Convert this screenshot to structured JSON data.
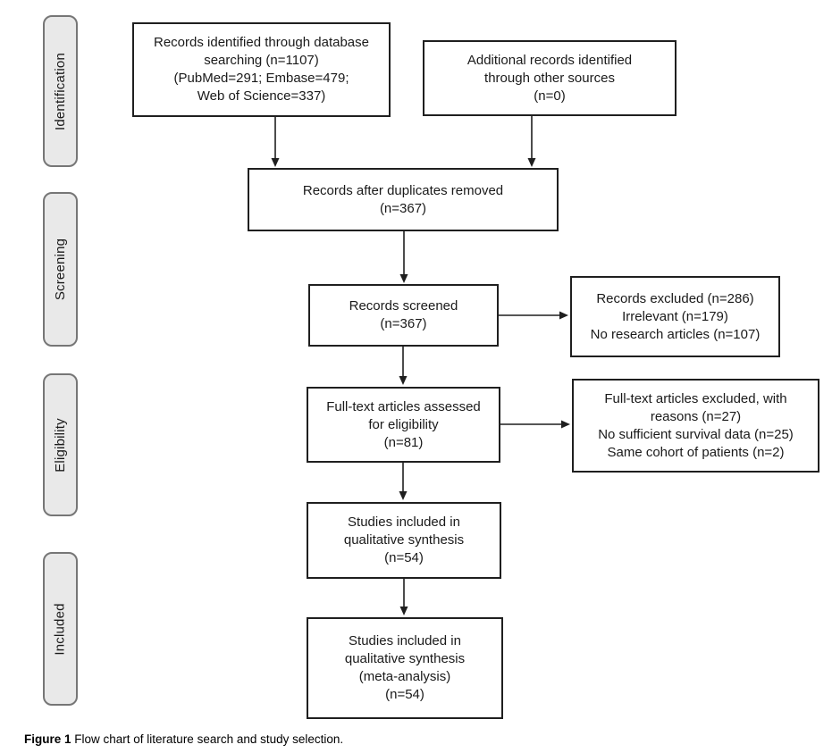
{
  "figure": {
    "stages": [
      {
        "label": "Identification"
      },
      {
        "label": "Screening"
      },
      {
        "label": "Eligibility"
      },
      {
        "label": "Included"
      }
    ],
    "nodes": [
      {
        "id": "records-identified",
        "text": "Records identified through database\nsearching (n=1107)\n(PubMed=291; Embase=479;\nWeb of Science=337)"
      },
      {
        "id": "additional-records",
        "text": "Additional records identified\nthrough other sources\n(n=0)"
      },
      {
        "id": "duplicates-removed",
        "text": "Records after duplicates removed\n(n=367)"
      },
      {
        "id": "records-screened",
        "text": "Records screened\n(n=367)"
      },
      {
        "id": "records-excluded",
        "text": "Records excluded (n=286)\nIrrelevant (n=179)\nNo research articles (n=107)"
      },
      {
        "id": "fulltext-assessed",
        "text": "Full-text articles assessed\nfor eligibility\n(n=81)"
      },
      {
        "id": "fulltext-excluded",
        "text": "Full-text articles excluded, with\nreasons (n=27)\nNo sufficient survival data (n=25)\nSame cohort of patients (n=2)"
      },
      {
        "id": "qualitative-synthesis",
        "text": "Studies included in\nqualitative synthesis\n(n=54)"
      },
      {
        "id": "meta-analysis",
        "text": "Studies included in\nqualitative synthesis\n(meta-analysis)\n(n=54)"
      }
    ],
    "caption": {
      "prefix": "Figure 1",
      "text": " Flow chart of literature search and study selection."
    },
    "colors": {
      "box_border": "#1f1f1f",
      "stage_fill": "#e9e9e9",
      "stage_border": "#767676",
      "arrow": "#1f1f1f",
      "background": "#ffffff"
    }
  }
}
